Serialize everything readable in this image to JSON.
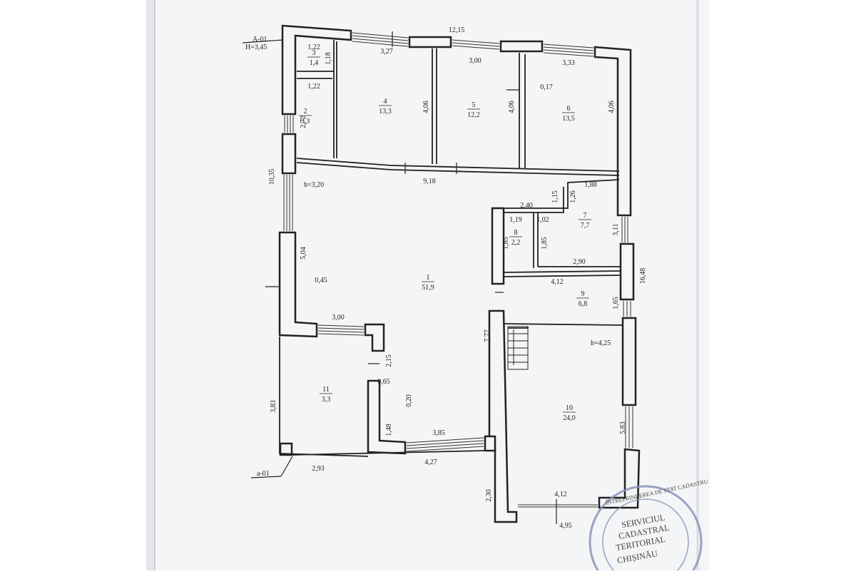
{
  "plan": {
    "markers": {
      "section_top": "A-01",
      "height_main": "H=3,45",
      "section_bottom": "a-01"
    },
    "heights": {
      "h1": "h=3,20",
      "h2": "h=4,25"
    },
    "rooms": [
      {
        "num": "1",
        "area": "51,9"
      },
      {
        "num": "2",
        "area": "3,3"
      },
      {
        "num": "3",
        "area": "1,4"
      },
      {
        "num": "4",
        "area": "13,3"
      },
      {
        "num": "5",
        "area": "12,2"
      },
      {
        "num": "6",
        "area": "13,5"
      },
      {
        "num": "7",
        "area": "7,7"
      },
      {
        "num": "8",
        "area": "2,2"
      },
      {
        "num": "9",
        "area": "6,8"
      },
      {
        "num": "10",
        "area": "24,0"
      },
      {
        "num": "11",
        "area": "3,3"
      }
    ],
    "dims": [
      "12,15",
      "3,27",
      "3,00",
      "3,33",
      "1,22",
      "1,18",
      "1,22",
      "2,72",
      "4,06",
      "4,06",
      "4,06",
      "0,17",
      "10,35",
      "9,18",
      "1,15",
      "1,26",
      "1,88",
      "2,40",
      "1,19",
      "1,02",
      "1,85",
      "1,85",
      "3,11",
      "2,90",
      "4,12",
      "16,48",
      "1,65",
      "5,04",
      "0,45",
      "3,00",
      "7,77",
      "2,15",
      "0,65",
      "0,20",
      "3,83",
      "1,48",
      "3,85",
      "2,93",
      "4,27",
      "5,83",
      "2,30",
      "4,12",
      "4,95"
    ],
    "stamp": {
      "line1": "SERVICIUL",
      "line2": "CADASTRAL",
      "line3": "TERITORIAL",
      "line4": "CHIȘINĂU",
      "ring": "ÎNTREPRINDEREA DE STAT CADASTRU"
    }
  },
  "colors": {
    "paper": "#f4f5f7",
    "ink": "#222222",
    "stamp": "#8a95b8",
    "background": "#ffffff"
  }
}
